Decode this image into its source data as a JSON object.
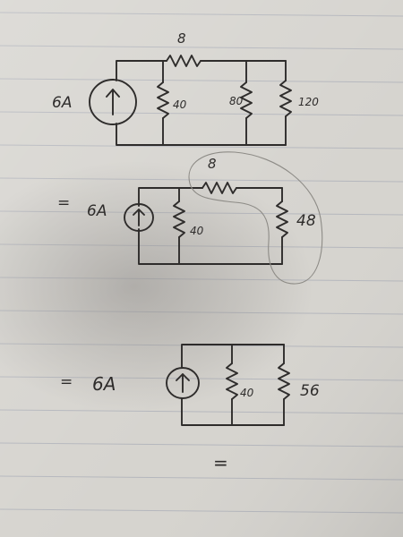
{
  "paper": {
    "color": "#d6d4cf",
    "line_color": "#b5b7bd",
    "ink_color": "#2e2c2b",
    "pencil_color": "#8d8b86",
    "shadow_color": "#8f8c88"
  },
  "circuits": [
    {
      "prefix": "",
      "source": "6A",
      "series_resistor": "8",
      "shunt_1": "40",
      "shunt_2": "80",
      "shunt_3": "120"
    },
    {
      "prefix": "=",
      "source": "6A",
      "series_resistor": "8",
      "shunt_1": "40",
      "shunt_2": "48"
    },
    {
      "prefix": "=",
      "source": "6A",
      "shunt_1": "40",
      "shunt_2": "56"
    }
  ],
  "trailing_equals": "="
}
